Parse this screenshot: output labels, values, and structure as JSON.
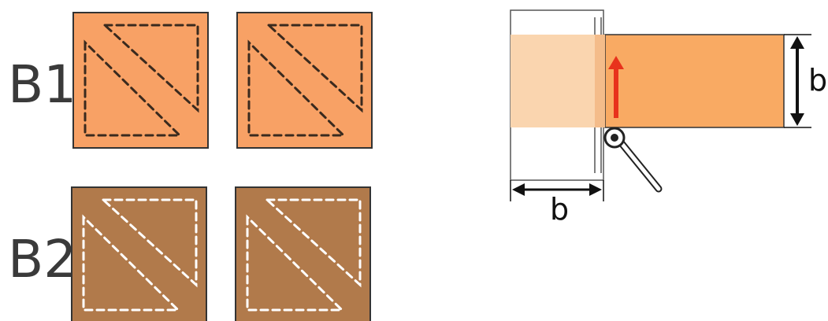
{
  "rows": [
    {
      "label": "B1"
    },
    {
      "label": "B2"
    }
  ],
  "diagram": {
    "width_label": "b",
    "height_label": "b",
    "arrow_direction": "up"
  },
  "colors": {
    "b1_fill": "#F8A165",
    "b2_fill": "#B17A4B",
    "b1_stitch": "#3a2a1e",
    "b2_stitch": "#ffffff",
    "fabric_strip": "#F9AA63",
    "fabric_overlap": "#FAD5AF",
    "arrow": "#E8321C",
    "tile_border": "#333333"
  }
}
